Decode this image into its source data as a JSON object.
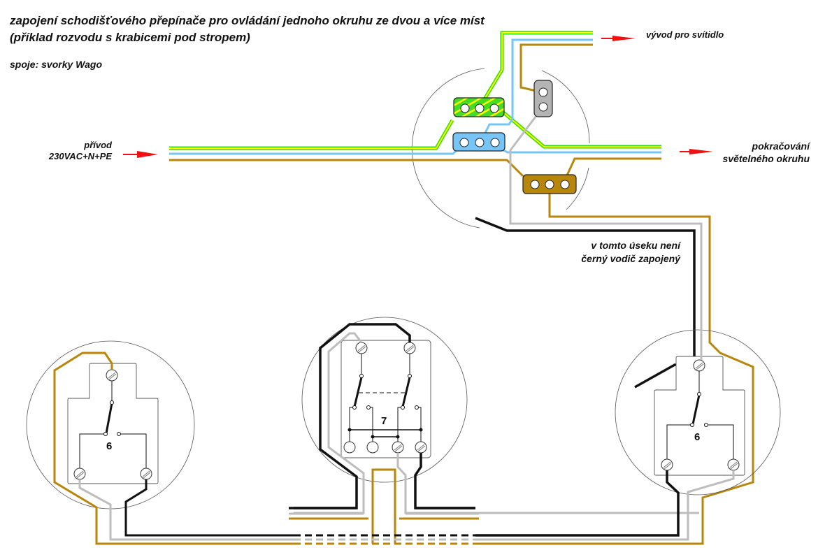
{
  "header": {
    "title": "zapojení schodišťového přepínače pro ovládání jednoho okruhu ze dvou a více míst",
    "subtitle": "(příklad rozvodu s krabicemi pod stropem)",
    "joints": "spoje: svorky Wago"
  },
  "labels": {
    "lamp_output": "vývod pro svítidlo",
    "feed_line1": "přívod",
    "feed_line2": "230VAC+N+PE",
    "continue_line1": "pokračování",
    "continue_line2": "světelného okruhu",
    "note_line1": "v tomto úseku není",
    "note_line2": "černý vodič zapojený"
  },
  "switches": [
    {
      "id": "left",
      "number": "6",
      "type": "stairway switch"
    },
    {
      "id": "middle",
      "number": "7",
      "type": "cross switch"
    },
    {
      "id": "right",
      "number": "6",
      "type": "stairway switch"
    }
  ],
  "colors": {
    "pe_green": "#33dd00",
    "pe_yellow": "#ffff00",
    "neutral_blue": "#77c4f7",
    "phase_brown": "#b8860b",
    "switched_gray": "#bdbdbd",
    "traveler_black": "#111111",
    "arrow_red": "#ee1111",
    "wago_green": "#44dd22",
    "wago_blue": "#77c4f7",
    "wago_gray": "#b4b4b4",
    "wago_brown": "#b8860b"
  },
  "terminal_blocks": [
    {
      "name": "pe-wago",
      "poles": 3
    },
    {
      "name": "neutral-wago",
      "poles": 3
    },
    {
      "name": "switched-wago",
      "poles": 2
    },
    {
      "name": "phase-wago",
      "poles": 3
    }
  ]
}
